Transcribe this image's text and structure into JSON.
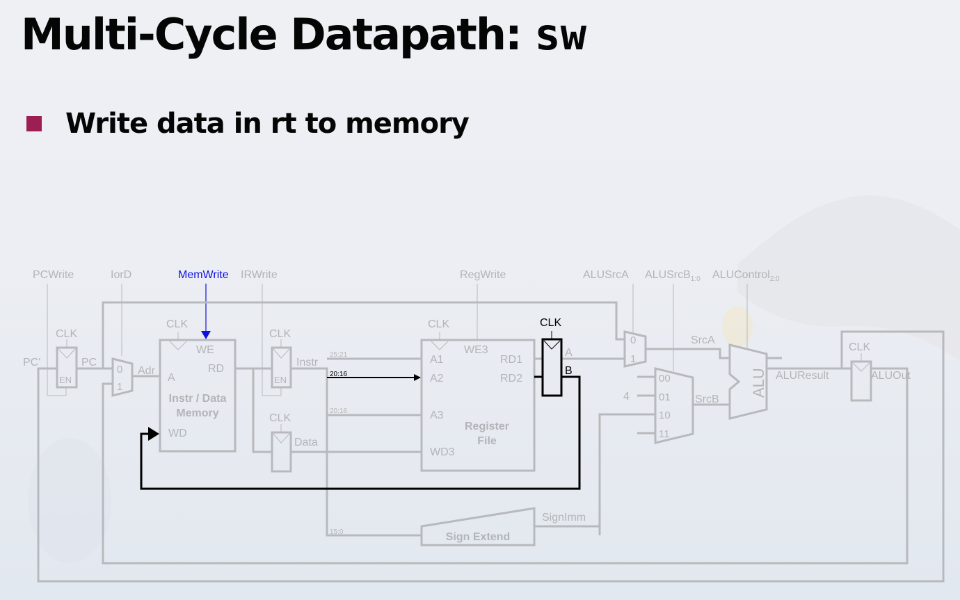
{
  "slide": {
    "title_main": "Multi-Cycle Datapath: ",
    "title_code": "sw",
    "bullets": [
      {
        "text": "Write data in rt to memory",
        "color": "#9b1f52"
      }
    ]
  },
  "diagram": {
    "highlight_color": "#1010e0",
    "active_color": "#000000",
    "inactive_color": "#b8b9bc",
    "control_signals": {
      "pcwrite": "PCWrite",
      "iord": "IorD",
      "memwrite": "MemWrite",
      "irwrite": "IRWrite",
      "regwrite": "RegWrite",
      "alusrca": "ALUSrcA",
      "alusrcb": "ALUSrcB",
      "alusrcb_sub": "1:0",
      "alucontrol": "ALUControl",
      "alucontrol_sub": "2:0"
    },
    "clk": "CLK",
    "en": "EN",
    "signals": {
      "pc_prime": "PC'",
      "pc": "PC",
      "adr": "Adr",
      "instr": "Instr",
      "data": "Data",
      "srca": "SrcA",
      "srcb": "SrcB",
      "aluresult": "ALUResult",
      "aluout": "ALUOut",
      "signimm": "SignImm",
      "a": "A",
      "b": "B",
      "const4": "4"
    },
    "mux_inputs": {
      "zero": "0",
      "one": "1",
      "b00": "00",
      "b01": "01",
      "b10": "10",
      "b11": "11"
    },
    "memory": {
      "we": "WE",
      "a": "A",
      "rd": "RD",
      "wd": "WD",
      "label1": "Instr / Data",
      "label2": "Memory"
    },
    "regfile": {
      "a1": "A1",
      "a2": "A2",
      "a3": "A3",
      "wd3": "WD3",
      "we3": "WE3",
      "rd1": "RD1",
      "rd2": "RD2",
      "label1": "Register",
      "label2": "File"
    },
    "bitfields": {
      "rs": "25:21",
      "rt": "20:16",
      "rt_dest": "20:16",
      "imm": "15:0"
    },
    "sign_extend": "Sign Extend",
    "alu": "ALU"
  }
}
